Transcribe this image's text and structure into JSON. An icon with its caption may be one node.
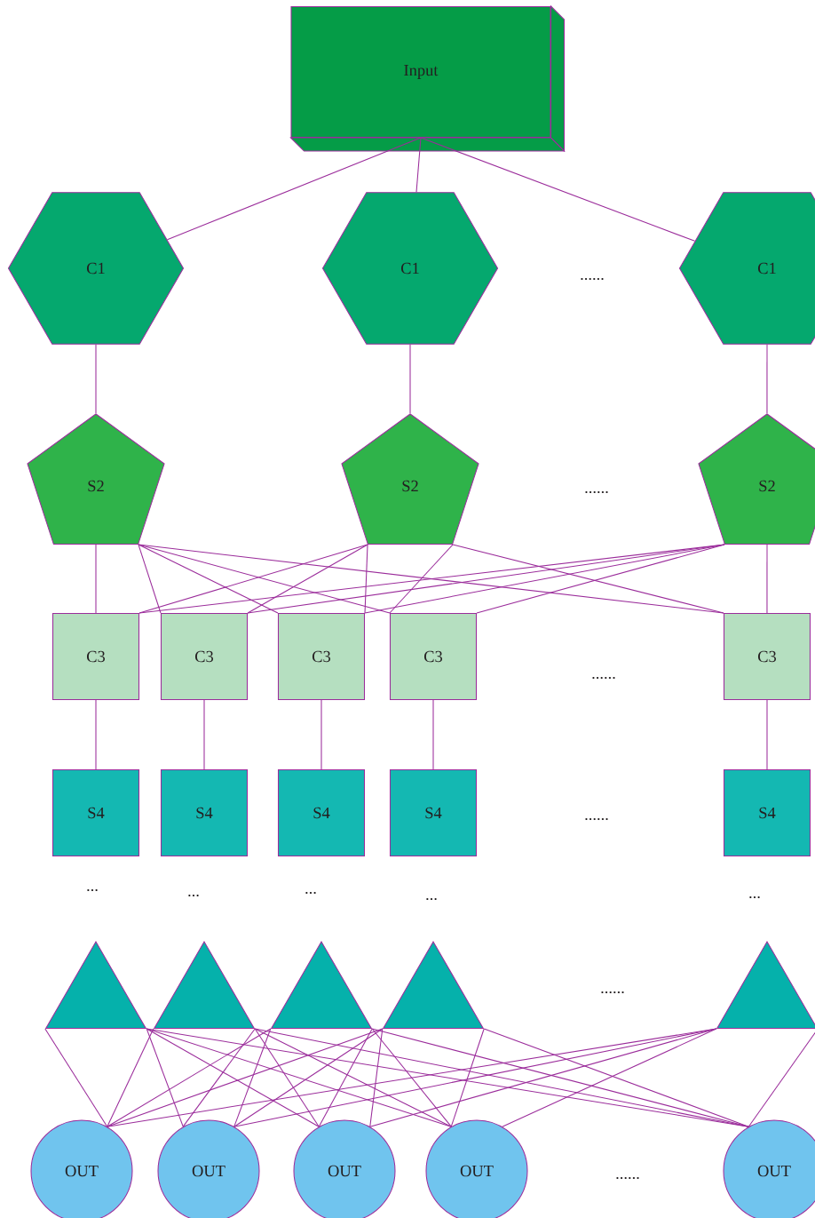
{
  "diagram": {
    "nodes": [
      {
        "text": [
          "Input"
        ]
      },
      {
        "text": [
          "C1"
        ]
      },
      {
        "text": [
          "C1"
        ]
      },
      {
        "text": [
          "C1"
        ]
      },
      {
        "text": [
          "S2"
        ]
      },
      {
        "text": [
          "S2"
        ]
      },
      {
        "text": [
          "S2"
        ]
      },
      {
        "text": [
          "C3"
        ]
      },
      {
        "text": [
          "C3"
        ]
      },
      {
        "text": [
          "C3"
        ]
      },
      {
        "text": [
          "C3"
        ]
      },
      {
        "text": [
          "C3"
        ]
      },
      {
        "text": [
          "S4"
        ]
      },
      {
        "text": [
          "S4"
        ]
      },
      {
        "text": [
          "S4"
        ]
      },
      {
        "text": [
          "S4"
        ]
      },
      {
        "text": [
          "S4"
        ]
      },
      {
        "text": [],
        "shape": "triangle"
      },
      {
        "text": [],
        "shape": "triangle"
      },
      {
        "text": [],
        "shape": "triangle"
      },
      {
        "text": [],
        "shape": "triangle"
      },
      {
        "text": [],
        "shape": "triangle"
      },
      {
        "text": [
          "OUT"
        ]
      },
      {
        "text": [
          "OUT"
        ]
      },
      {
        "text": [
          "OUT"
        ]
      },
      {
        "text": [
          "OUT"
        ]
      },
      {
        "text": [
          "OUT"
        ]
      }
    ],
    "edges": [
      {
        "from": 0,
        "to": 1,
        "arrow": "none"
      },
      {
        "from": 0,
        "to": 2,
        "arrow": "none"
      },
      {
        "from": 0,
        "to": 3,
        "arrow": "none"
      },
      {
        "from": 1,
        "to": 4,
        "arrow": "none"
      },
      {
        "from": 2,
        "to": 5,
        "arrow": "none"
      },
      {
        "from": 3,
        "to": 6,
        "arrow": "none"
      },
      {
        "from": 4,
        "to": 7,
        "arrow": "none"
      },
      {
        "from": 4,
        "to": 8,
        "arrow": "none"
      },
      {
        "from": 4,
        "to": 9,
        "arrow": "none"
      },
      {
        "from": 4,
        "to": 10,
        "arrow": "none"
      },
      {
        "from": 4,
        "to": 11,
        "arrow": "none"
      },
      {
        "from": 5,
        "to": 7,
        "arrow": "none"
      },
      {
        "from": 5,
        "to": 8,
        "arrow": "none"
      },
      {
        "from": 5,
        "to": 9,
        "arrow": "none"
      },
      {
        "from": 5,
        "to": 10,
        "arrow": "none"
      },
      {
        "from": 5,
        "to": 11,
        "arrow": "none"
      },
      {
        "from": 6,
        "to": 7,
        "arrow": "none"
      },
      {
        "from": 6,
        "to": 8,
        "arrow": "none"
      },
      {
        "from": 6,
        "to": 9,
        "arrow": "none"
      },
      {
        "from": 6,
        "to": 10,
        "arrow": "none"
      },
      {
        "from": 6,
        "to": 11,
        "arrow": "none"
      },
      {
        "from": 7,
        "to": 12,
        "arrow": "none"
      },
      {
        "from": 8,
        "to": 13,
        "arrow": "none"
      },
      {
        "from": 9,
        "to": 14,
        "arrow": "none"
      },
      {
        "from": 10,
        "to": 15,
        "arrow": "none"
      },
      {
        "from": 11,
        "to": 16,
        "arrow": "none"
      },
      {
        "from": 17,
        "to": 22,
        "arrow": "none"
      },
      {
        "from": 17,
        "to": 23,
        "arrow": "none"
      },
      {
        "from": 17,
        "to": 24,
        "arrow": "none"
      },
      {
        "from": 17,
        "to": 25,
        "arrow": "none"
      },
      {
        "from": 17,
        "to": 26,
        "arrow": "none"
      },
      {
        "from": 18,
        "to": 22,
        "arrow": "none"
      },
      {
        "from": 18,
        "to": 23,
        "arrow": "none"
      },
      {
        "from": 18,
        "to": 24,
        "arrow": "none"
      },
      {
        "from": 18,
        "to": 25,
        "arrow": "none"
      },
      {
        "from": 18,
        "to": 26,
        "arrow": "none"
      },
      {
        "from": 19,
        "to": 22,
        "arrow": "none"
      },
      {
        "from": 19,
        "to": 23,
        "arrow": "none"
      },
      {
        "from": 19,
        "to": 24,
        "arrow": "none"
      },
      {
        "from": 19,
        "to": 25,
        "arrow": "none"
      },
      {
        "from": 19,
        "to": 26,
        "arrow": "none"
      },
      {
        "from": 20,
        "to": 22,
        "arrow": "none"
      },
      {
        "from": 20,
        "to": 23,
        "arrow": "none"
      },
      {
        "from": 20,
        "to": 24,
        "arrow": "none"
      },
      {
        "from": 20,
        "to": 25,
        "arrow": "none"
      },
      {
        "from": 20,
        "to": 26,
        "arrow": "none"
      },
      {
        "from": 21,
        "to": 22,
        "arrow": "none"
      },
      {
        "from": 21,
        "to": 23,
        "arrow": "none"
      },
      {
        "from": 21,
        "to": 24,
        "arrow": "none"
      },
      {
        "from": 21,
        "to": 25,
        "arrow": "none"
      },
      {
        "from": 21,
        "to": 26,
        "arrow": "none"
      }
    ],
    "labels": [
      "......",
      "......",
      "......",
      "......",
      "...",
      "...",
      "...",
      "...",
      "...",
      "......",
      "......"
    ]
  }
}
